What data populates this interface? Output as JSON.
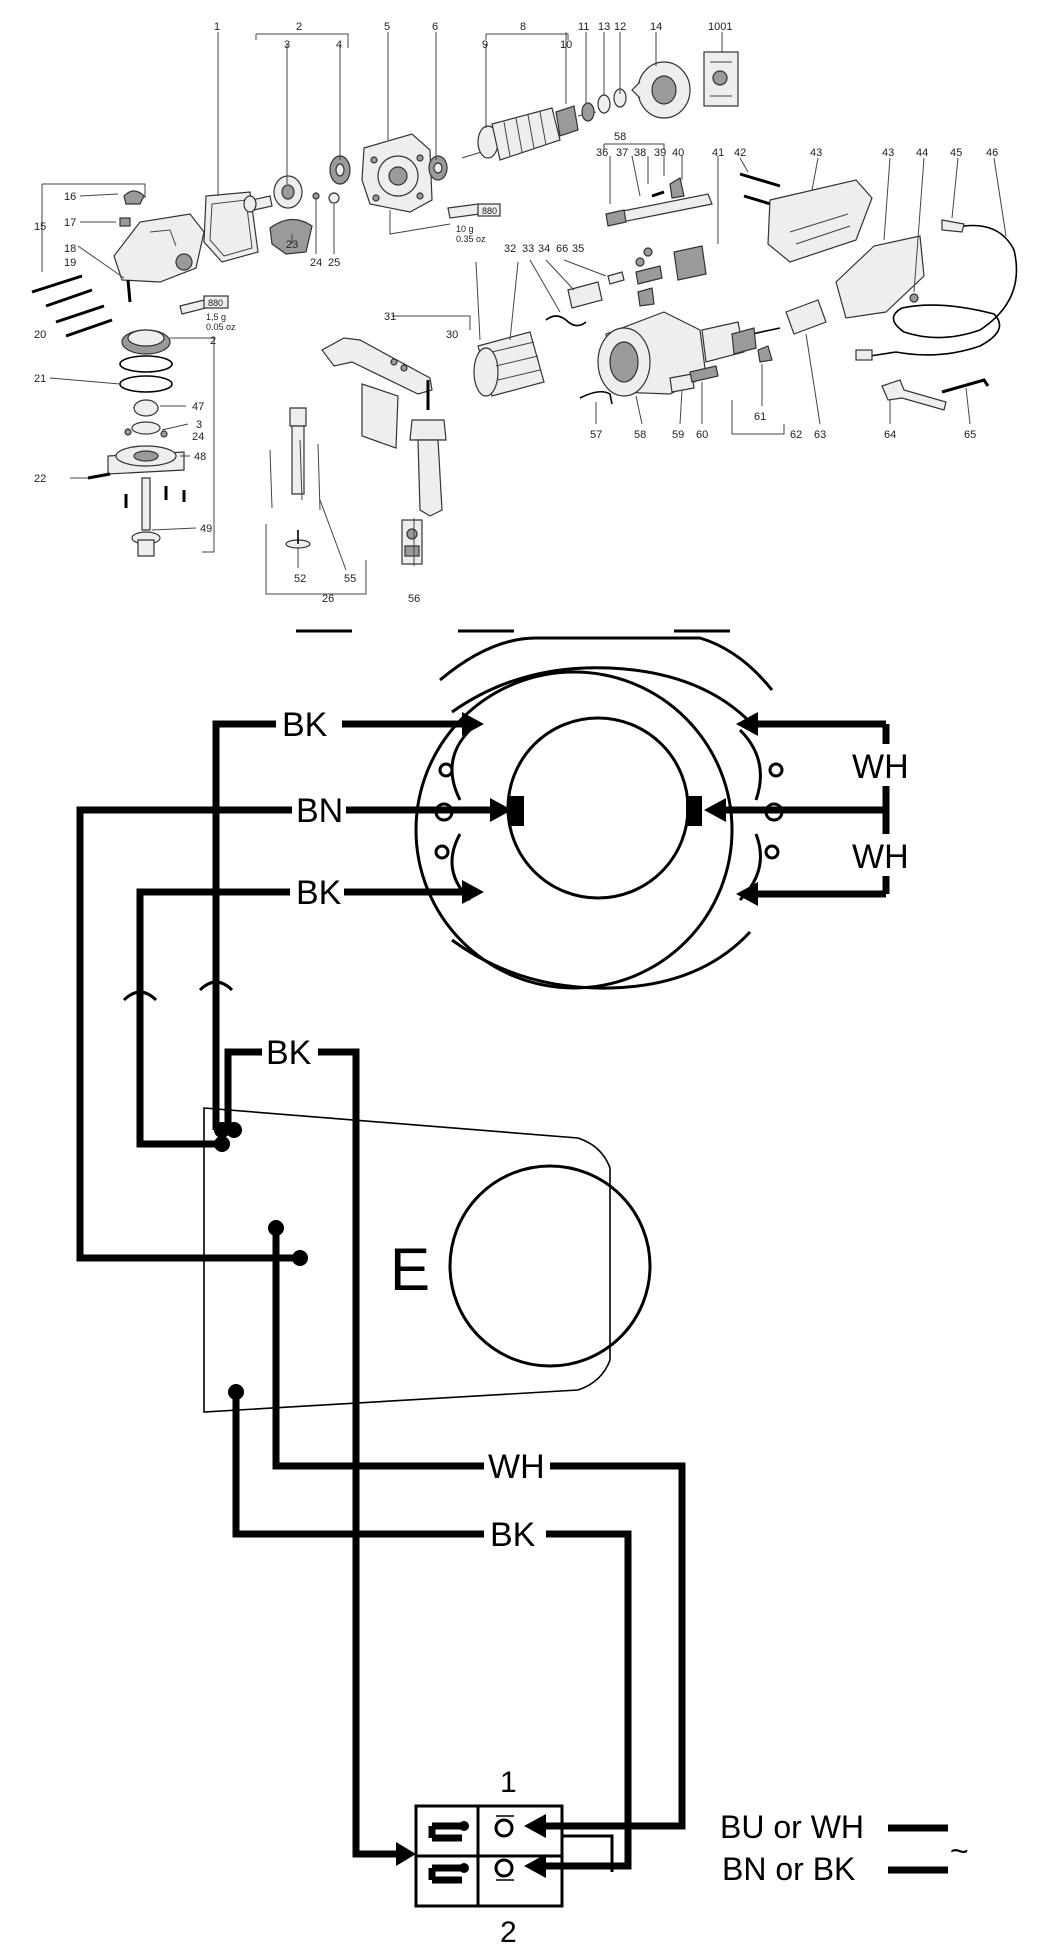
{
  "parts": {
    "p1": "1",
    "p2": "2",
    "p3": "3",
    "p4": "4",
    "p5": "5",
    "p6": "6",
    "p8": "8",
    "p9": "9",
    "p10": "10",
    "p11": "11",
    "p12": "12",
    "p13": "13",
    "p14": "14",
    "p1001": "1001",
    "p15": "15",
    "p16": "16",
    "p17": "17",
    "p18": "18",
    "p19": "19",
    "p20": "20",
    "p21": "21",
    "p22": "22",
    "p23": "23",
    "p24": "24",
    "p25": "25",
    "p26": "26",
    "p30": "30",
    "p31": "31",
    "p32": "32",
    "p33": "33",
    "p34": "34",
    "p35": "35",
    "p36": "36",
    "p37": "37",
    "p38": "38",
    "p39": "39",
    "p40": "40",
    "p41": "41",
    "p42": "42",
    "p43a": "43",
    "p43b": "43",
    "p44": "44",
    "p45": "45",
    "p46": "46",
    "p47": "47",
    "p48": "48",
    "p49": "49",
    "p52": "52",
    "p55": "55",
    "p56": "56",
    "p57": "57",
    "p58a": "58",
    "p58b": "58",
    "p59": "59",
    "p60": "60",
    "p61": "61",
    "p62": "62",
    "p63": "63",
    "p64": "64",
    "p65": "65",
    "p66": "66",
    "p2b": "2",
    "p3b": "3",
    "p24b": "24"
  },
  "grease": {
    "tube_a": "880",
    "tube_b": "880",
    "qty_a_g": "1,5 g",
    "qty_a_oz": "0.05 oz",
    "qty_b_g": "10 g",
    "qty_b_oz": "0.35 oz"
  },
  "wiring": {
    "bk_top": "BK",
    "bn": "BN",
    "bk_mid": "BK",
    "wh_top": "WH",
    "wh_bottom": "WH",
    "bk_switch": "BK",
    "e_label": "E",
    "wh_lower": "WH",
    "bk_lower": "BK",
    "terminal_1": "1",
    "terminal_2": "2",
    "supply_1": "BU or WH",
    "supply_2": "BN or BK",
    "ac_symbol": "~"
  },
  "colors": {
    "ink": "#000000",
    "part_fill": "#eeeeee",
    "part_dark": "#9a9a9a"
  }
}
